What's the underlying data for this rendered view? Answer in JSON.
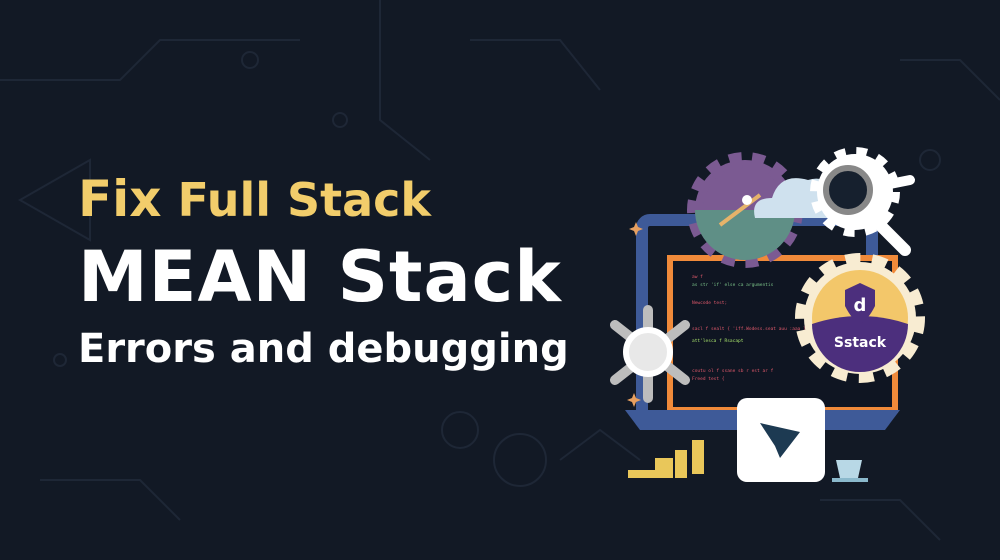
{
  "headline": {
    "line1_fix": "Fix",
    "line1_rest": " Full Stack",
    "line2": "MEAN Stack",
    "line3": "Errors and debugging"
  },
  "illustration": {
    "badge_letter": "d",
    "badge_label": "Sstack",
    "code_lines": [
      "aw f",
      "as str 'if' else ca argumentis",
      "Newcode test;",
      "sacl f sealt { 'iff.Wodess.seat auu :aaa }",
      "att'lesca f Rsacapt",
      "coutu ol f ssane sb r est ar f",
      "Freed test {"
    ]
  },
  "colors": {
    "background": "#121925",
    "title_accent": "#f2cd6b",
    "text": "#ffffff",
    "monitor": "#3e5a98",
    "screen_border": "#f08a3a",
    "badge_purple": "#4c2f7d",
    "badge_yellow": "#f3c76a"
  }
}
